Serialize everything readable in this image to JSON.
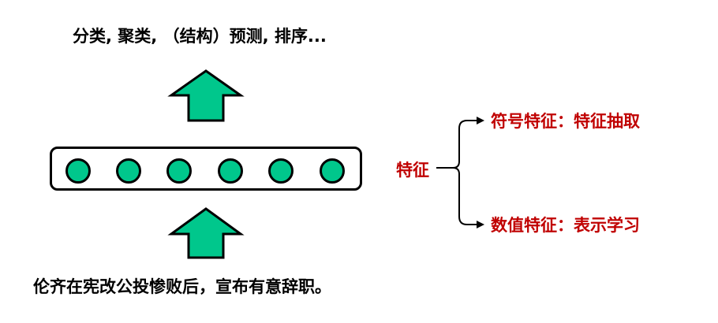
{
  "top_label": "分类, 聚类, （结构）预测, 排序...",
  "bottom_label": "伦齐在宪改公投惨败后，宣布有意辞职。",
  "feature_label": "特征",
  "branches": [
    {
      "label": "符号特征：特征抽取"
    },
    {
      "label": "数值特征：表示学习"
    }
  ],
  "node_count": 6,
  "colors": {
    "arrow_fill": "#00c78c",
    "node_fill": "#00c78c",
    "accent_text": "#c00000"
  }
}
